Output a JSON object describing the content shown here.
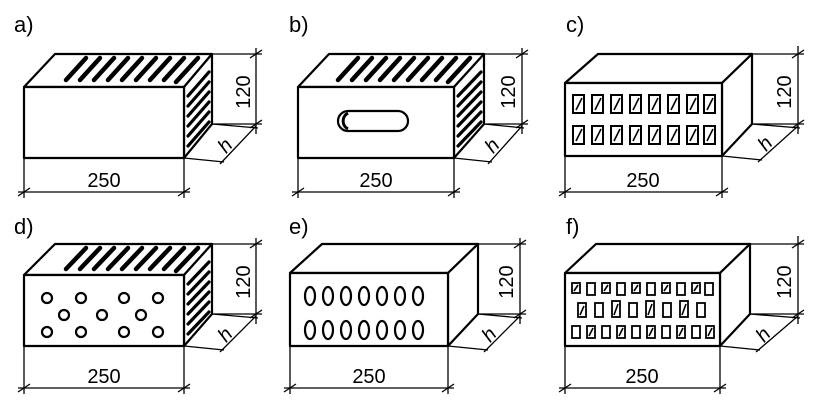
{
  "panels": [
    {
      "id": "a",
      "label": "a)",
      "width_label": "250",
      "height_label": "120",
      "depth_label": "h",
      "type": "solid-ribbed"
    },
    {
      "id": "b",
      "label": "b)",
      "width_label": "250",
      "height_label": "120",
      "depth_label": "h",
      "type": "slot-ribbed"
    },
    {
      "id": "c",
      "label": "c)",
      "width_label": "250",
      "height_label": "120",
      "depth_label": "h",
      "type": "rect-holes"
    },
    {
      "id": "d",
      "label": "d)",
      "width_label": "250",
      "height_label": "120",
      "depth_label": "h",
      "type": "round-holes-ribbed"
    },
    {
      "id": "e",
      "label": "e)",
      "width_label": "250",
      "height_label": "120",
      "depth_label": "h",
      "type": "oval-holes"
    },
    {
      "id": "f",
      "label": "f)",
      "width_label": "250",
      "height_label": "120",
      "depth_label": "h",
      "type": "staggered-holes"
    }
  ]
}
